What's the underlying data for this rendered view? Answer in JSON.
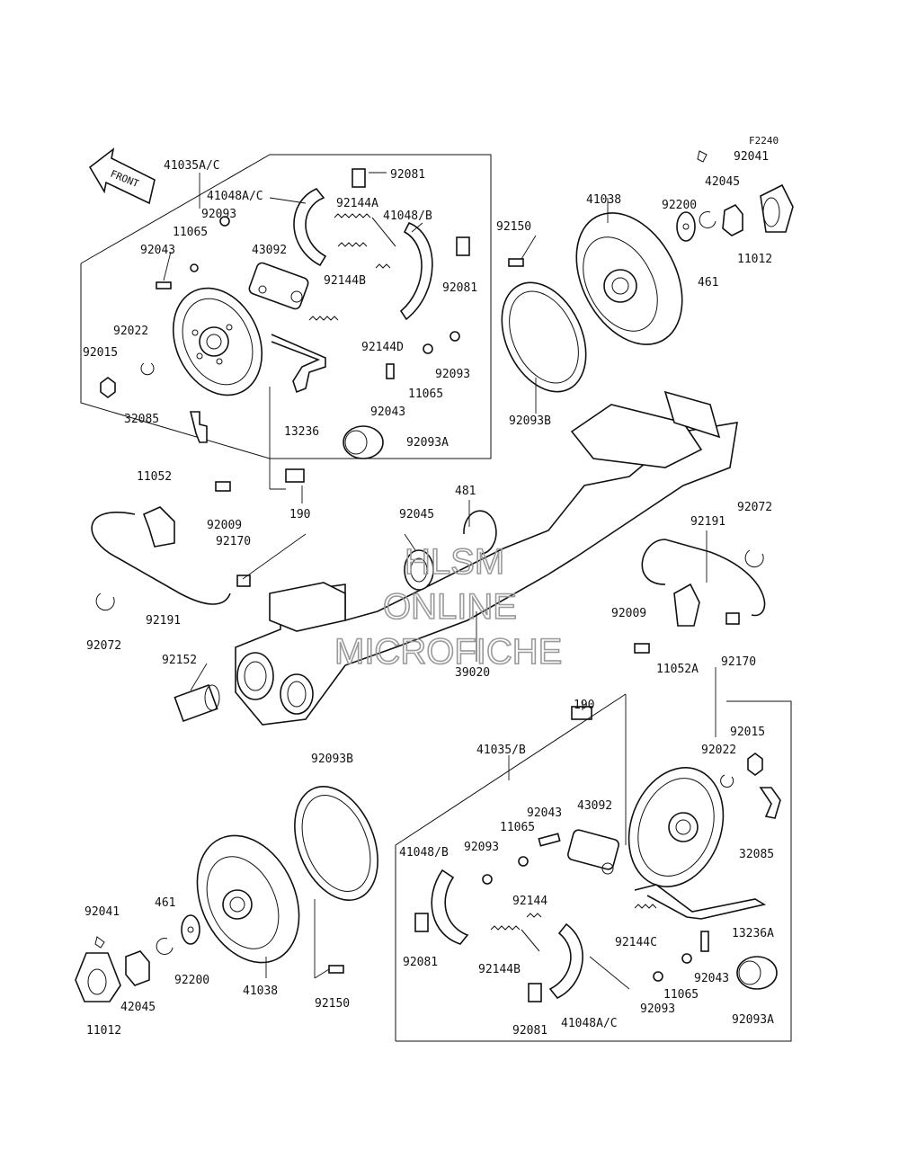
{
  "diagram_code": "F2240",
  "front_label": "FRONT",
  "watermark": {
    "line1": "HLSM",
    "line2": "ONLINE",
    "line3": "MICROFICHE"
  },
  "labels": {
    "l_41035ac": "41035A/C",
    "l_41048ac_top": "41048A/C",
    "l_92081_top1": "92081",
    "l_92144a": "92144A",
    "l_41048b_top": "41048/B",
    "l_92093_top1": "92093",
    "l_11065_top1": "11065",
    "l_92043_top1": "92043",
    "l_43092_top": "43092",
    "l_92144b_top": "92144B",
    "l_92081_top2": "92081",
    "l_92022_top": "92022",
    "l_92015_top": "92015",
    "l_92144d": "92144D",
    "l_92093_top2": "92093",
    "l_11065_top2": "11065",
    "l_92043_top2": "92043",
    "l_32085_top": "32085",
    "l_13236": "13236",
    "l_92093a_top": "92093A",
    "l_92150_top": "92150",
    "l_41038_top": "41038",
    "l_92200_top": "92200",
    "l_42045_top": "42045",
    "l_92041_top": "92041",
    "l_11012_top": "11012",
    "l_461_top": "461",
    "l_92093b_top": "92093B",
    "l_11052": "11052",
    "l_92009_left": "92009",
    "l_92170_left": "92170",
    "l_190_top": "190",
    "l_481": "481",
    "l_92045": "92045",
    "l_92072_right": "92072",
    "l_92191_right": "92191",
    "l_92072_left": "92072",
    "l_92191_left": "92191",
    "l_92009_right": "92009",
    "l_11052a": "11052A",
    "l_92170_right": "92170",
    "l_92152": "92152",
    "l_39020": "39020",
    "l_190_bottom": "190",
    "l_92015_bot": "92015",
    "l_92022_bot": "92022",
    "l_92093b_bot": "92093B",
    "l_41035b": "41035/B",
    "l_92043_bot1": "92043",
    "l_43092_bot": "43092",
    "l_11065_bot1": "11065",
    "l_41048b_bot": "41048/B",
    "l_92093_bot1": "92093",
    "l_32085_bot": "32085",
    "l_92041_bot": "92041",
    "l_461_bot": "461",
    "l_92144": "92144",
    "l_13236a": "13236A",
    "l_92144c": "92144C",
    "l_92081_bot1": "92081",
    "l_92144b_bot": "92144B",
    "l_92043_bot2": "92043",
    "l_92200_bot": "92200",
    "l_41038_bot": "41038",
    "l_92150_bot": "92150",
    "l_11065_bot2": "11065",
    "l_42045_bot": "42045",
    "l_92093_bot2": "92093",
    "l_92093a_bot": "92093A",
    "l_11012_bot": "11012",
    "l_92081_bot2": "92081",
    "l_41048ac_bot": "41048A/C"
  }
}
